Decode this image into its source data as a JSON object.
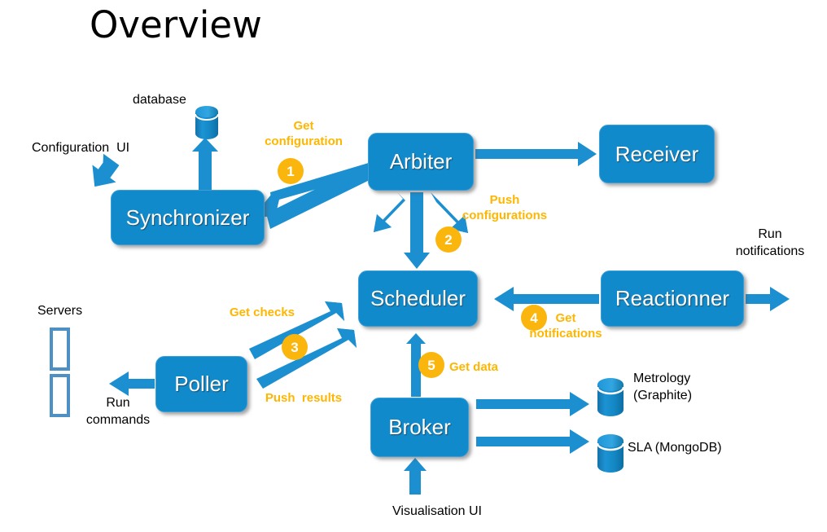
{
  "page": {
    "title": "Overview",
    "accent_blue": "#118ACB",
    "accent_orange": "#FAB60D",
    "label_orange": "#FFB600",
    "arrow_blue": "#1C8FD1",
    "background": "#ffffff"
  },
  "nodes": [
    {
      "id": "synchronizer",
      "label": "Synchronizer"
    },
    {
      "id": "arbiter",
      "label": "Arbiter"
    },
    {
      "id": "receiver",
      "label": "Receiver"
    },
    {
      "id": "scheduler",
      "label": "Scheduler"
    },
    {
      "id": "reactionner",
      "label": "Reactionner"
    },
    {
      "id": "poller",
      "label": "Poller"
    },
    {
      "id": "broker",
      "label": "Broker"
    }
  ],
  "labels": {
    "database": "database",
    "configuration_ui": "Configuration  UI",
    "servers": "Servers",
    "run_commands": "Run\ncommands",
    "run_notifications": "Run\nnotifications",
    "metrology": "Metrology\n(Graphite)",
    "sla": "SLA (MongoDB)",
    "visualisation_ui": "Visualisation UI"
  },
  "flows": [
    {
      "step": "1",
      "label": "Get\nconfiguration",
      "from": "arbiter",
      "to": "synchronizer"
    },
    {
      "step": "2",
      "label": "Push\nconfigurations",
      "from": "arbiter",
      "to": "scheduler"
    },
    {
      "step": "3",
      "label_a": "Get checks",
      "label_b": "Push  results",
      "from": "poller",
      "to": "scheduler"
    },
    {
      "step": "4",
      "label": "Get\nnotifications",
      "from": "reactionner",
      "to": "scheduler"
    },
    {
      "step": "5",
      "label": "Get data",
      "from": "broker",
      "to": "scheduler"
    }
  ],
  "datastores": [
    {
      "id": "config-db",
      "caption": "database"
    },
    {
      "id": "metrology",
      "caption": "Metrology\n(Graphite)"
    },
    {
      "id": "sla",
      "caption": "SLA (MongoDB)"
    }
  ]
}
